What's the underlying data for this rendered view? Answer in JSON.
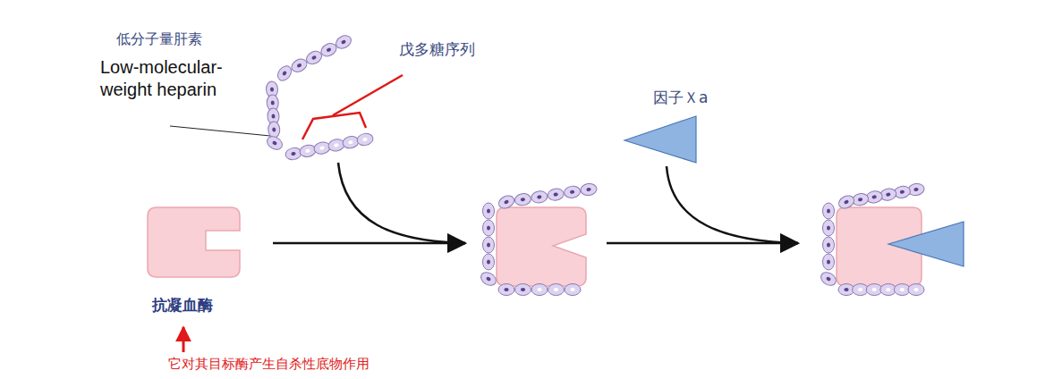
{
  "diagram": {
    "nodes": [
      {
        "text": [
          "低分子量肝素",
          "Low-molecular-weight heparin"
        ]
      },
      {
        "text": [
          "抗凝血酶"
        ]
      },
      {
        "text": [
          "因子Ｘa"
        ]
      }
    ],
    "labels": [
      "戊多糖序列",
      "它对其目标酶产生自杀性底物作用"
    ]
  }
}
